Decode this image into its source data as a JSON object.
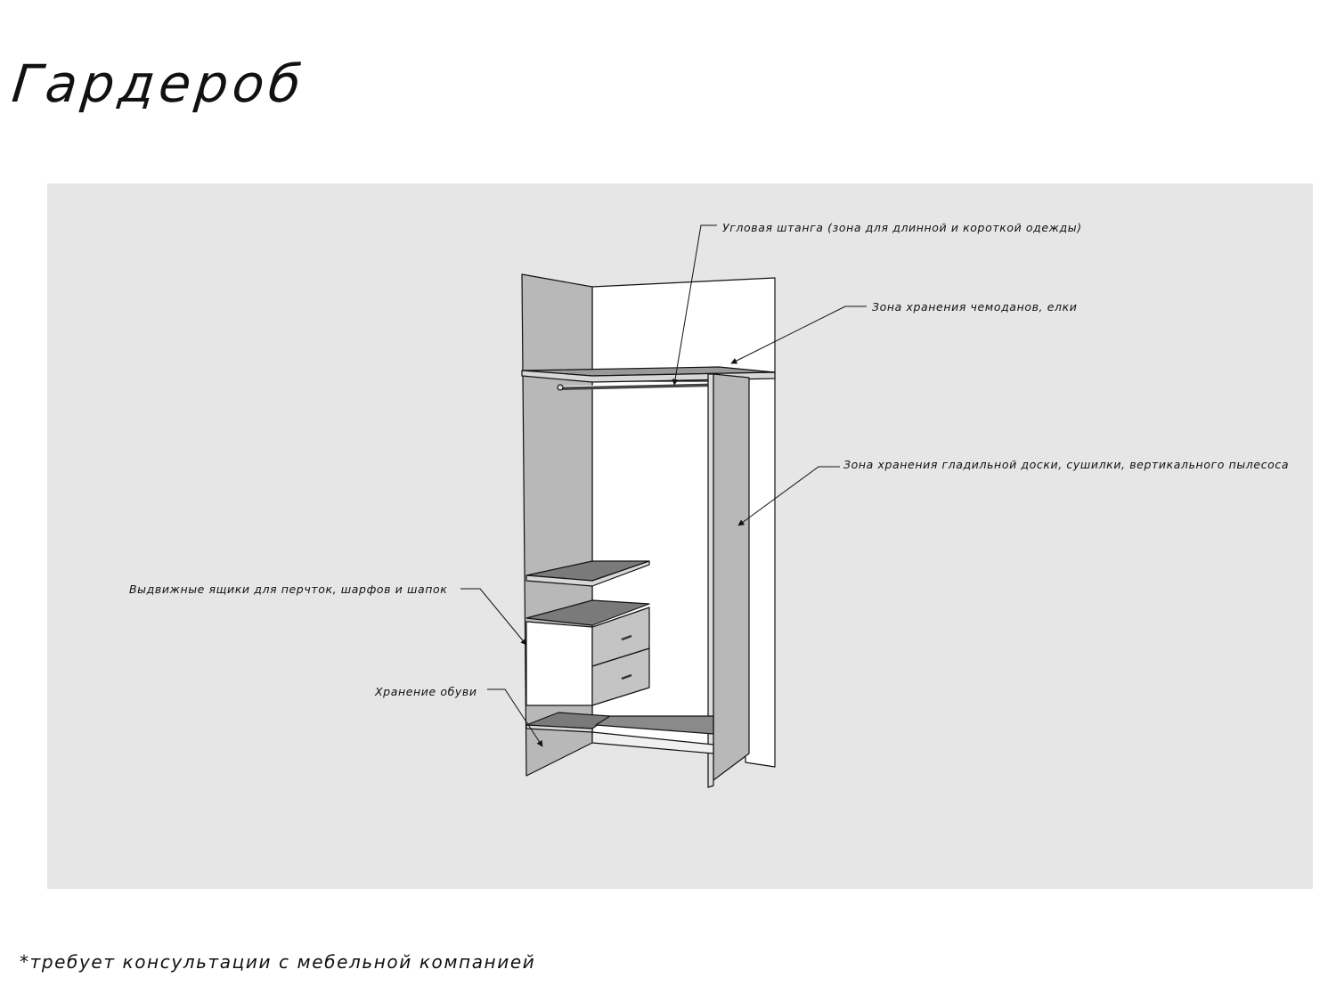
{
  "title": "Гардероб",
  "callouts": {
    "corner_rod": "Угловая штанга (зона для длинной и короткой одежды)",
    "suitcase_zone": "Зона хранения чемоданов, елки",
    "ironing_zone": "Зона хранения гладильной доски, сушилки, вертикального пылесоса",
    "drawers": "Выдвижные ящики для перчток, шарфов и шапок",
    "shoes": "Хранение обуви"
  },
  "footnote": "*требует консультации с мебельной компанией"
}
